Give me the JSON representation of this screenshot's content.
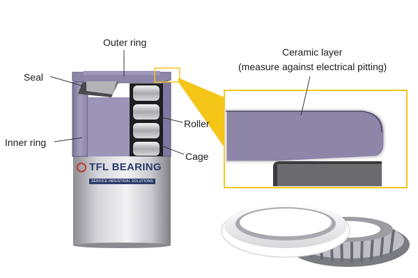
{
  "labels": {
    "outer_ring": "Outer ring",
    "seal": "Seal",
    "inner_ring": "Inner ring",
    "roller": "Roller",
    "cage": "Cage",
    "ceramic_line1": "Ceramic layer",
    "ceramic_line2": "(measure against electrical pitting)"
  },
  "watermark": {
    "title": "TFL BEARING",
    "subtitle": "SERVICE INDUSTRIAL SOLUTIONS"
  },
  "colors": {
    "ring_purple": "#8e86a8",
    "ring_dark": "#6c6588",
    "steel": "#b9b9bf",
    "callout_yellow": "#f5c518",
    "ceramic_white": "#f2f2f2"
  }
}
